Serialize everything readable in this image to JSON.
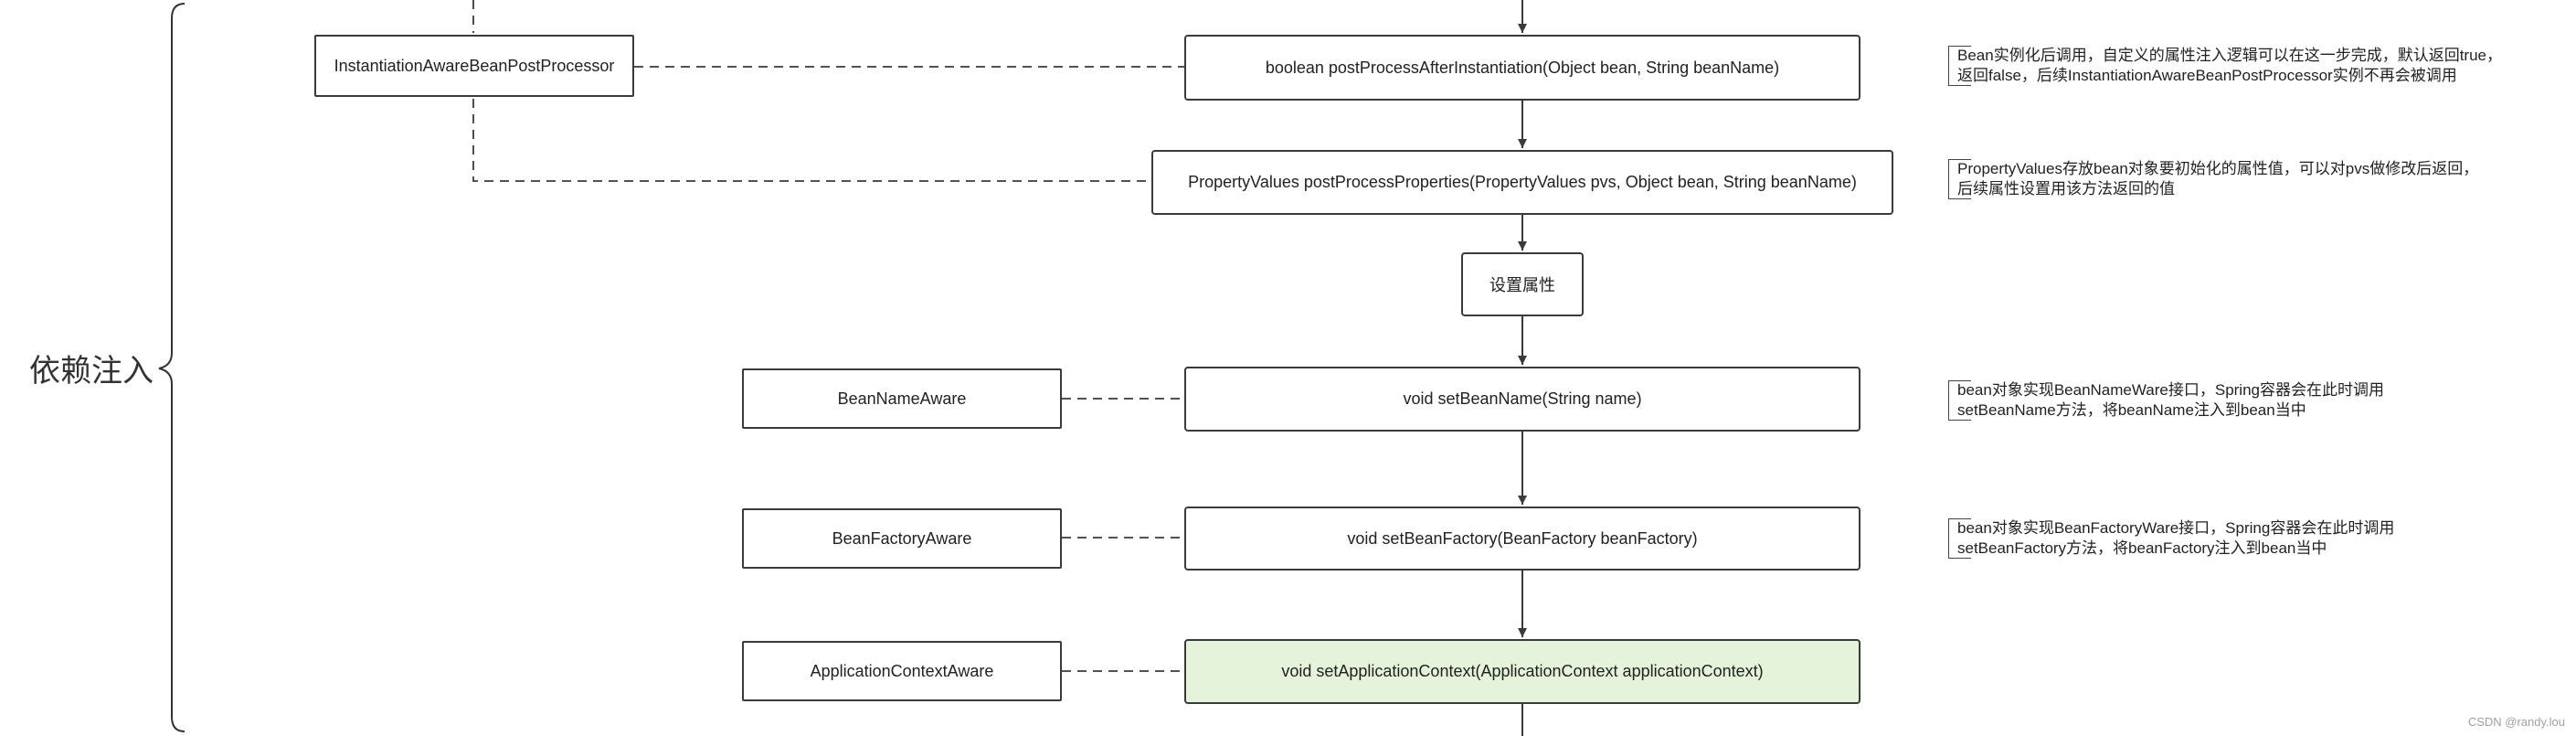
{
  "phase_label": "依赖注入",
  "watermark": "CSDN @randy.lou",
  "colors": {
    "stroke": "#3a3a3a",
    "highlight_fill": "#e4f3d9",
    "background": "#ffffff"
  },
  "interfaces": {
    "instantiation_aware": "InstantiationAwareBeanPostProcessor",
    "bean_name_aware": "BeanNameAware",
    "bean_factory_aware": "BeanFactoryAware",
    "application_context_aware": "ApplicationContextAware"
  },
  "steps": {
    "after_instantiation": "boolean postProcessAfterInstantiation(Object bean, String beanName)",
    "process_properties": "PropertyValues postProcessProperties(PropertyValues pvs, Object bean, String beanName)",
    "set_properties": "设置属性",
    "set_bean_name": "void setBeanName(String name)",
    "set_bean_factory": "void setBeanFactory(BeanFactory beanFactory)",
    "set_application_context": "void setApplicationContext(ApplicationContext applicationContext)"
  },
  "notes": {
    "after_instantiation": [
      "Bean实例化后调用，自定义的属性注入逻辑可以在这一步完成，默认返回true，",
      "返回false，后续InstantiationAwareBeanPostProcessor实例不再会被调用"
    ],
    "process_properties": [
      "PropertyValues存放bean对象要初始化的属性值，可以对pvs做修改后返回，",
      "后续属性设置用该方法返回的值"
    ],
    "set_bean_name": [
      "bean对象实现BeanNameWare接口，Spring容器会在此时调用",
      "setBeanName方法，将beanName注入到bean当中"
    ],
    "set_bean_factory": [
      "bean对象实现BeanFactoryWare接口，Spring容器会在此时调用",
      "setBeanFactory方法，将beanFactory注入到bean当中"
    ]
  }
}
